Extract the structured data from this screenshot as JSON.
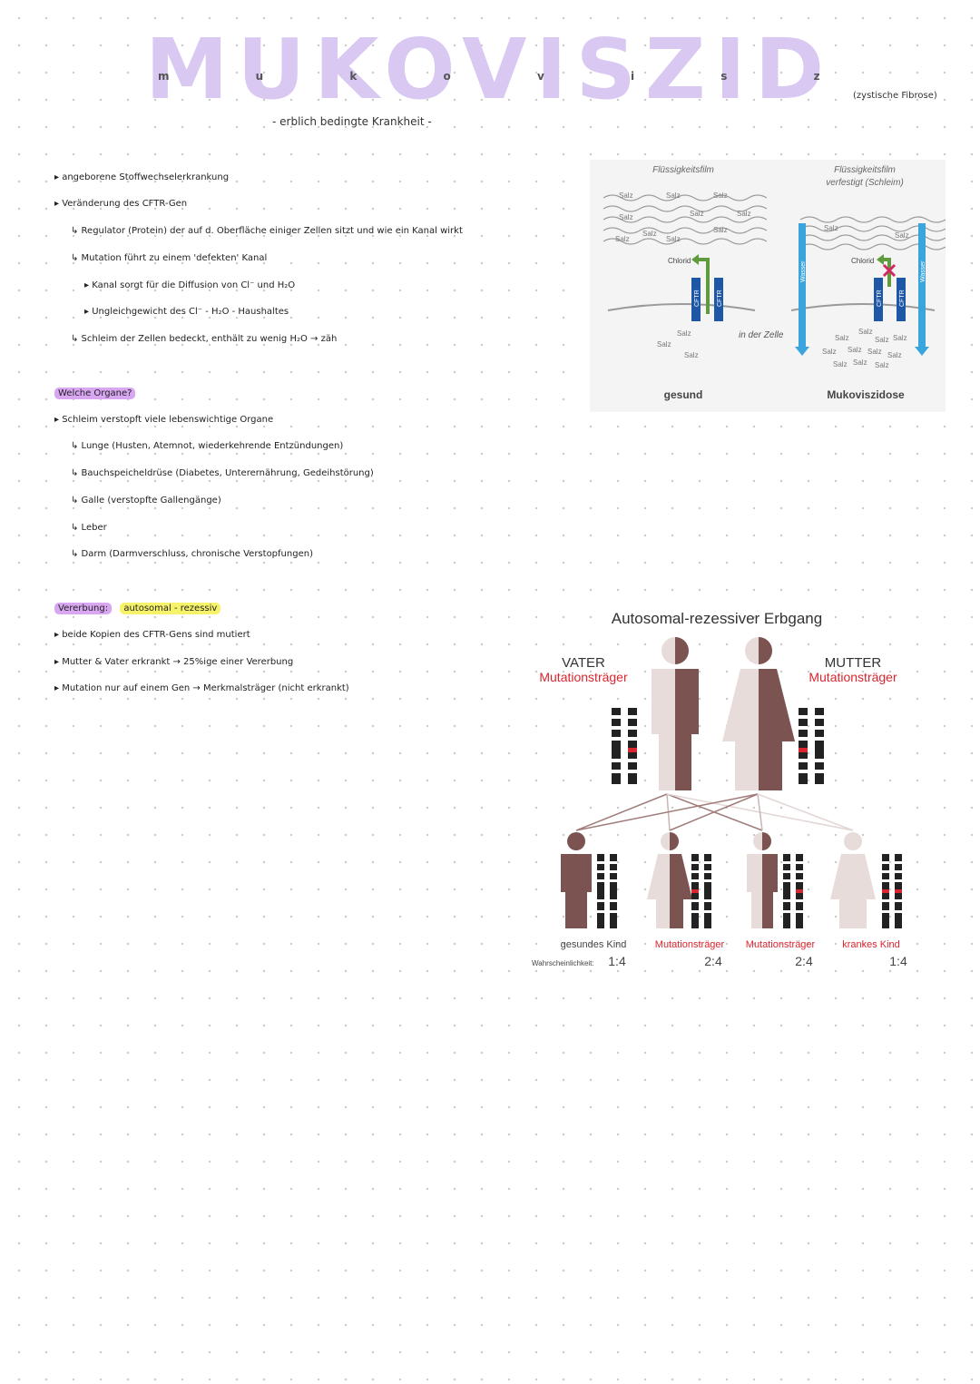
{
  "header": {
    "title": "MUKOVISZIDOSE",
    "title_small": "m u k o v i s z i d o s e",
    "subtitle": "- erblich bedingte Krankheit -",
    "aside": "(zystische Fibrose)"
  },
  "intro": {
    "b1": "▸ angeborene Stoffwechselerkrankung",
    "b2": "▸ Veränderung des CFTR-Gen",
    "b2a": "↳ Regulator (Protein) der auf d. Oberfläche einiger Zellen sitzt und wie ein Kanal wirkt",
    "b2b": "↳ Mutation führt zu einem 'defekten' Kanal",
    "b2b1": "▸ Kanal sorgt für die Diffusion von Cl⁻ und H₂O",
    "b2b2": "▸ Ungleichgewicht des Cl⁻ - H₂O - Haushaltes",
    "b2c": "↳ Schleim der Zellen bedeckt, enthält zu wenig H₂O → zäh"
  },
  "organs": {
    "heading": "Welche Organe?",
    "b1": "▸ Schleim verstopft viele lebenswichtige Organe",
    "i1": "↳ Lunge (Husten, Atemnot, wiederkehrende Entzündungen)",
    "i2": "↳ Bauchspeicheldrüse (Diabetes, Unterernährung, Gedeihstörung)",
    "i3": "↳ Galle (verstopfte Gallengänge)",
    "i4": "↳ Leber",
    "i5": "↳ Darm (Darmverschluss, chronische Verstopfungen)"
  },
  "inheritance": {
    "heading": "Vererbung:",
    "mode": "autosomal - rezessiv",
    "b1": "▸ beide Kopien des CFTR-Gens sind mutiert",
    "b2": "▸ Mutter & Vater erkrankt → 25%ige einer Vererbung",
    "b3": "▸ Mutation nur auf einem Gen → Merkmalsträger (nicht erkrankt)"
  },
  "fig_cell": {
    "label_film": "Flüssigkeitsfilm",
    "label_film_solid": "Flüssigkeitsfilm",
    "label_film_solid2": "verfestigt (Schleim)",
    "salt": "Salz",
    "chloride": "Chlorid",
    "cftr": "CFTR",
    "water": "Wasser",
    "in_cell": "in der Zelle",
    "healthy": "gesund",
    "disease": "Mukoviszidose",
    "colors": {
      "cftr": "#1e57a6",
      "arrow": "#5f9a3c",
      "water": "#3aa5dc",
      "block": "#d2275f"
    }
  },
  "fig_pedigree": {
    "title": "Autosomal-rezessiver Erbgang",
    "father": "VATER",
    "father_sub": "Mutationsträger",
    "mother": "MUTTER",
    "mother_sub": "Mutationsträger",
    "kids": [
      {
        "label": "gesundes Kind",
        "prob": "1:4"
      },
      {
        "label": "Mutationsträger",
        "prob": "2:4"
      },
      {
        "label": "Mutationsträger",
        "prob": "2:4"
      },
      {
        "label": "krankes Kind",
        "prob": "1:4"
      }
    ],
    "probability_label": "Wahrscheinlichkeit:",
    "colors": {
      "dark": "#7b5350",
      "light": "#e8dcda",
      "red": "#d9262f",
      "label_red": "#d9262f"
    }
  }
}
